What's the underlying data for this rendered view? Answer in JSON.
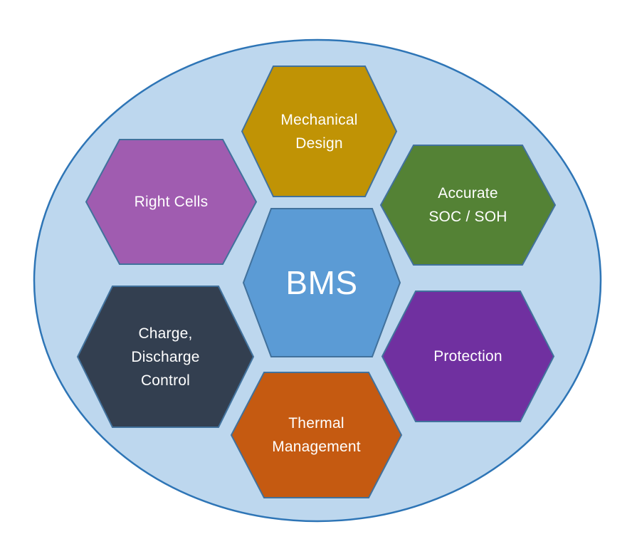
{
  "diagram": {
    "name": "BMS hexagon cluster diagram",
    "background": "#FFFFFF"
  },
  "ellipse": {
    "fill": "#BDD7EE",
    "stroke": "#2E75B6"
  },
  "colors": {
    "hex_border": "#41719C",
    "text": "#FFFFFF"
  },
  "hexagons": [
    {
      "id": "bms",
      "lines": [
        "BMS"
      ],
      "fill": "#5B9BD5"
    },
    {
      "id": "mechanical-design",
      "lines": [
        "Mechanical",
        "Design"
      ],
      "fill": "#C09305"
    },
    {
      "id": "right-cells",
      "lines": [
        "Right Cells"
      ],
      "fill": "#A05CB0"
    },
    {
      "id": "accurate-soc-soh",
      "lines": [
        "Accurate",
        "SOC / SOH"
      ],
      "fill": "#548235"
    },
    {
      "id": "charge-discharge-control",
      "lines": [
        "Charge,",
        "Discharge",
        "Control"
      ],
      "fill": "#333F50"
    },
    {
      "id": "protection",
      "lines": [
        "Protection"
      ],
      "fill": "#7030A0"
    },
    {
      "id": "thermal-management",
      "lines": [
        "Thermal",
        "Management"
      ],
      "fill": "#C55A11"
    }
  ]
}
